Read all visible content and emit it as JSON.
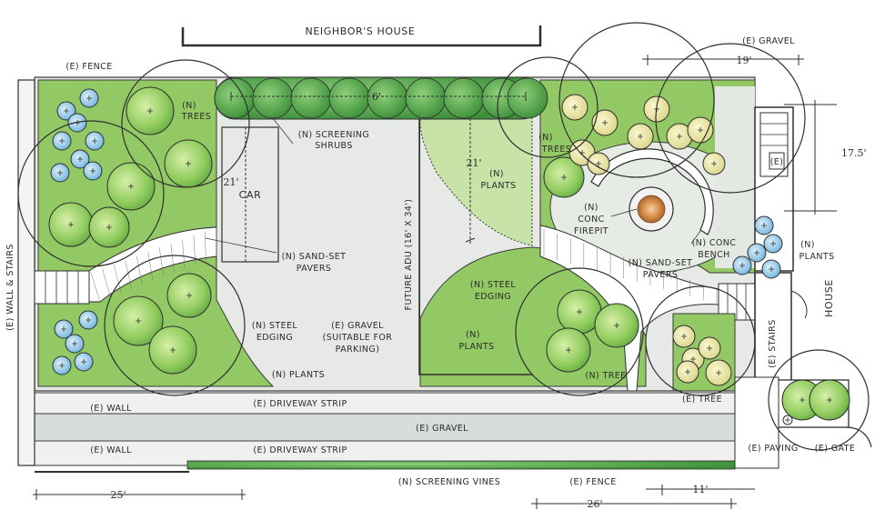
{
  "labels": {
    "neighbors_house": "NEIGHBOR'S HOUSE",
    "e_gravel_top": "(E) GRAVEL",
    "e_fence_top": "(E) FENCE",
    "n_trees_left": "(N)",
    "n_trees_left_2": "TREES",
    "screening_shrubs_1": "(N) SCREENING",
    "screening_shrubs_2": "SHRUBS",
    "car": "CAR",
    "sand_set_pavers_left_1": "(N) SAND-SET",
    "sand_set_pavers_left_2": "PAVERS",
    "wall_stairs": "(E) WALL & STAIRS",
    "steel_edging_left_1": "(N) STEEL",
    "steel_edging_left_2": "EDGING",
    "gravel_parking_1": "(E) GRAVEL",
    "gravel_parking_2": "(SUITABLE FOR",
    "gravel_parking_3": "PARKING)",
    "n_plants_left": "(N) PLANTS",
    "future_adu": "FUTURE ADU (16' X 34')",
    "n_plants_mid_1": "(N)",
    "n_plants_mid_2": "PLANTS",
    "steel_edging_mid_1": "(N) STEEL",
    "steel_edging_mid_2": "EDGING",
    "n_plants_low_1": "(N)",
    "n_plants_low_2": "PLANTS",
    "n_trees_right_1": "(N)",
    "n_trees_right_2": "TREES",
    "conc_firepit_1": "(N)",
    "conc_firepit_2": "CONC",
    "conc_firepit_3": "FIREPIT",
    "conc_bench_1": "(N) CONC",
    "conc_bench_2": "BENCH",
    "sand_set_pavers_right_1": "(N) SAND-SET",
    "sand_set_pavers_right_2": "PAVERS",
    "n_plants_right_1": "(N)",
    "n_plants_right_2": "PLANTS",
    "house": "HOUSE",
    "e_stairs": "(E) STAIRS",
    "n_tree": "(N) TREE",
    "e_tree": "(E) TREE",
    "e_stair_box": "(E)",
    "e_wall_1": "(E) WALL",
    "e_wall_2": "(E) WALL",
    "driveway_strip_1": "(E) DRIVEWAY STRIP",
    "driveway_strip_2": "(E) DRIVEWAY STRIP",
    "e_gravel_strip": "(E) GRAVEL",
    "e_paving": "(E) PAVING",
    "e_gate": "(E) GATE",
    "screening_vines": "(N) SCREENING VINES",
    "e_fence_bottom": "(E) FENCE"
  },
  "dimensions": {
    "d_6": "6'",
    "d_21_left": "21'",
    "d_21_mid": "21'",
    "d_19": "19'",
    "d_17_5": "17.5'",
    "d_25": "25'",
    "d_26": "26'",
    "d_11": "11'"
  },
  "colors": {
    "lawn": "#8fc95e",
    "lawn_light": "#b6dc86",
    "gravel": "#e4e8e4",
    "tree_green": "#7cc152",
    "tree_light": "#c9e88f",
    "yellow_plant": "#ece9a0",
    "blue_plant": "#8cc6e4",
    "shrub": "#4ea447",
    "ink": "#2f2f2f"
  }
}
